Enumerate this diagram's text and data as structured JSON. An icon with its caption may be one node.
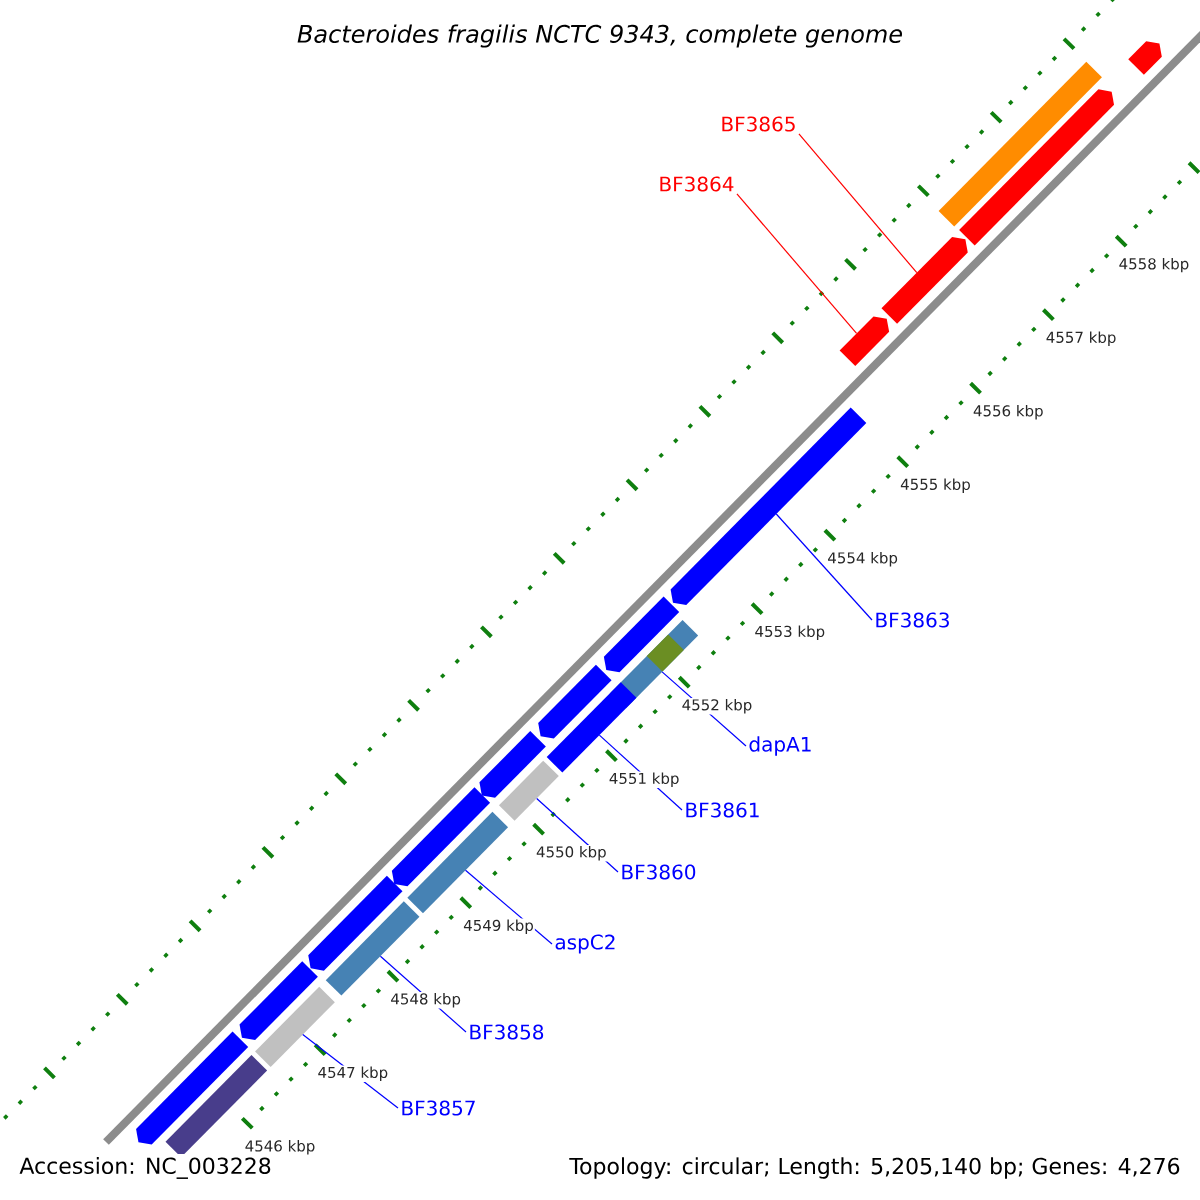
{
  "diagram": {
    "title": "Bacteroides fragilis NCTC 9343, complete genome",
    "nodes": [
      {
        "text": [
          "BF3865"
        ]
      },
      {
        "text": [
          "BF3864"
        ]
      },
      {
        "text": [
          "BF3863"
        ]
      },
      {
        "text": [
          "dapA1"
        ]
      },
      {
        "text": [
          "BF3861"
        ]
      },
      {
        "text": [
          "BF3860"
        ]
      },
      {
        "text": [
          "aspC2"
        ]
      },
      {
        "text": [
          "BF3858"
        ]
      },
      {
        "text": [
          "BF3857"
        ]
      },
      {
        "text": [],
        "shape": "arrow"
      },
      {
        "text": [],
        "shape": "bar"
      },
      {
        "text": [],
        "shape": "arrow"
      },
      {
        "text": [],
        "shape": "arrow"
      },
      {
        "text": [],
        "shape": "arrow"
      },
      {
        "text": [],
        "shape": "arrow"
      },
      {
        "text": [],
        "shape": "arrow"
      },
      {
        "text": [],
        "shape": "arrow"
      },
      {
        "text": [],
        "shape": "arrow"
      },
      {
        "text": [],
        "shape": "arrow"
      },
      {
        "text": [],
        "shape": "arrow"
      },
      {
        "text": [],
        "shape": "arrow"
      },
      {
        "text": [],
        "shape": "arrow"
      },
      {
        "text": [],
        "shape": "bar"
      },
      {
        "text": [],
        "shape": "bar"
      },
      {
        "text": [],
        "shape": "bar"
      },
      {
        "text": [],
        "shape": "bar"
      },
      {
        "text": [],
        "shape": "bar"
      },
      {
        "text": [],
        "shape": "bar"
      },
      {
        "text": [],
        "shape": "bar"
      }
    ],
    "edges": [
      {
        "from": 0,
        "to": 12,
        "arrow": "none",
        "color": "#ff0000"
      },
      {
        "from": 1,
        "to": 13,
        "arrow": "none",
        "color": "#ff0000"
      },
      {
        "from": 2,
        "to": 14,
        "arrow": "none"
      },
      {
        "from": 3,
        "to": 22,
        "arrow": "none"
      },
      {
        "from": 4,
        "to": 23,
        "arrow": "none"
      },
      {
        "from": 5,
        "to": 24,
        "arrow": "none"
      },
      {
        "from": 6,
        "to": 25,
        "arrow": "none"
      },
      {
        "from": 7,
        "to": 26,
        "arrow": "none"
      },
      {
        "from": 8,
        "to": 27,
        "arrow": "none"
      }
    ],
    "labels": [
      "4558 kbp",
      "4557 kbp",
      "4556 kbp",
      "4555 kbp",
      "4554 kbp",
      "4553 kbp",
      "4552 kbp",
      "4551 kbp",
      "4550 kbp",
      "4549 kbp",
      "4548 kbp",
      "4547 kbp",
      "4546 kbp",
      "Accession: NC_003228",
      "Topology: circular; Length: 5,205,140 bp; Genes: 4,276"
    ]
  }
}
